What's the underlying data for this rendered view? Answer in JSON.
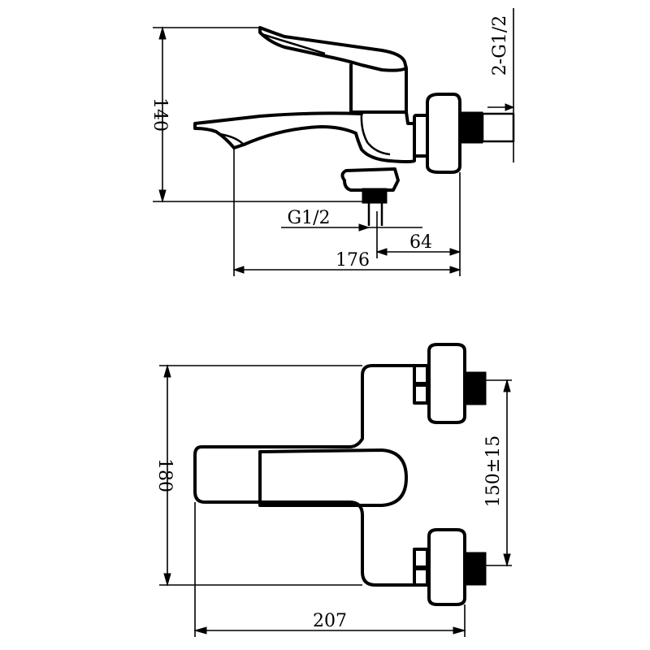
{
  "side_view": {
    "height_label": "140",
    "inlet_thread_label": "2-G1/2",
    "outlet_thread_label": "G1/2",
    "outlet_offset_label": "64",
    "projection_label": "176"
  },
  "top_view": {
    "depth_label": "180",
    "centers_label": "150±15",
    "width_label": "207"
  }
}
